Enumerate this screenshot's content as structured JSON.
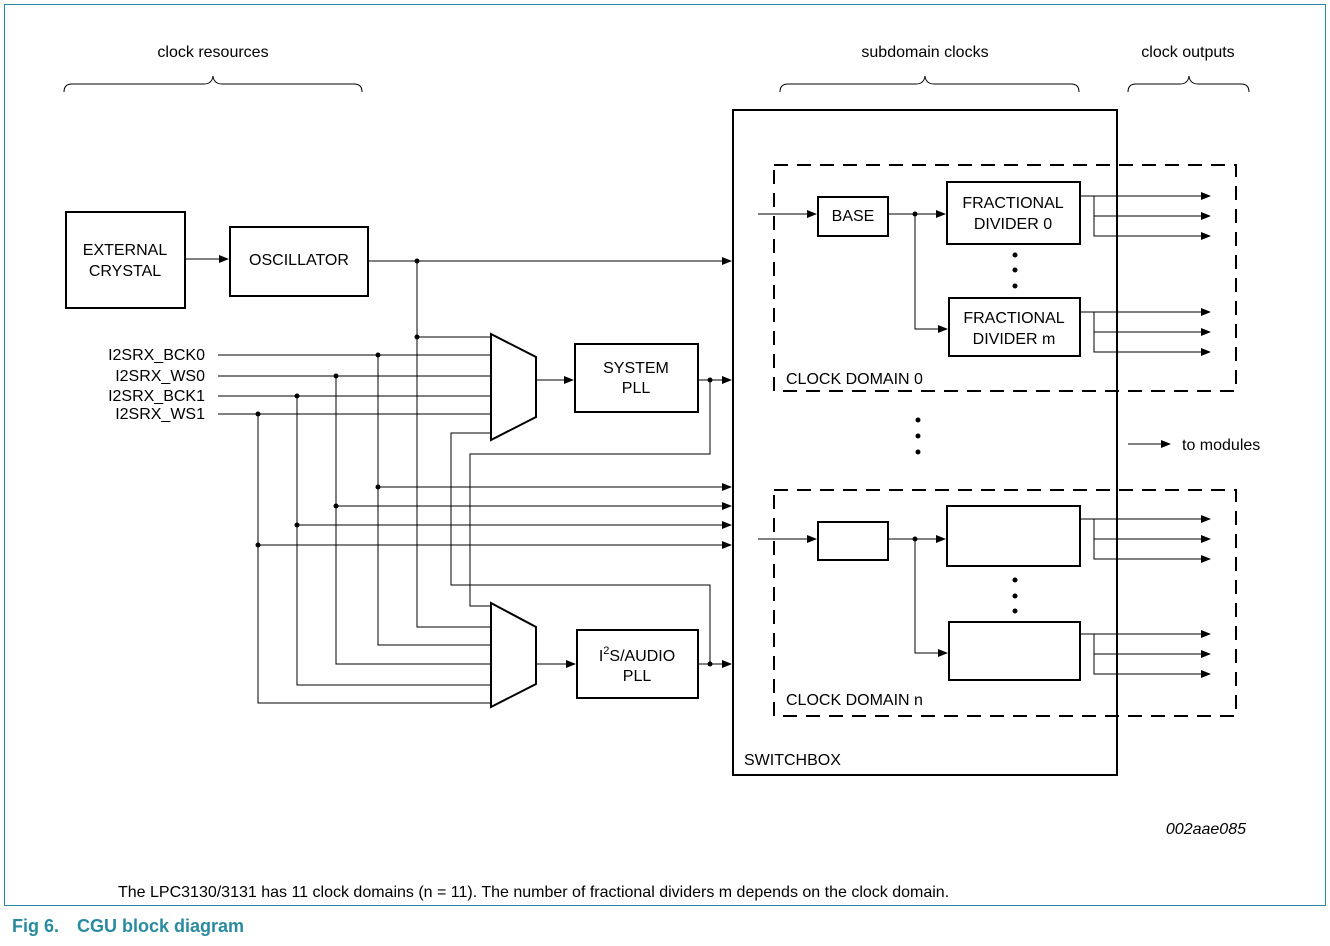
{
  "headers": {
    "clock_resources": "clock resources",
    "subdomain_clocks": "subdomain clocks",
    "clock_outputs": "clock outputs"
  },
  "blocks": {
    "external_crystal": [
      "EXTERNAL",
      "CRYSTAL"
    ],
    "oscillator": "OSCILLATOR",
    "system_pll": [
      "SYSTEM",
      "PLL"
    ],
    "audio_pll": {
      "prefix": "I",
      "sup": "2",
      "rest": "S/AUDIO",
      "line2": "PLL"
    },
    "base": "BASE",
    "frac_div_0": [
      "FRACTIONAL",
      "DIVIDER 0"
    ],
    "frac_div_m": [
      "FRACTIONAL",
      "DIVIDER m"
    ],
    "clock_domain_0": "CLOCK DOMAIN 0",
    "clock_domain_n": "CLOCK DOMAIN n",
    "switchbox": "SWITCHBOX"
  },
  "inputs": [
    "I2SRX_BCK0",
    "I2SRX_WS0",
    "I2SRX_BCK1",
    "I2SRX_WS1"
  ],
  "legend": {
    "to_modules": "to modules"
  },
  "figure": {
    "id": "002aae085",
    "caption": "The LPC3130/3131 has 11 clock domains (n = 11). The number of fractional dividers m depends on the clock domain.",
    "number": "Fig 6.",
    "title": "CGU block diagram"
  },
  "colors": {
    "frame": "#2a8ba0",
    "title": "#2a8ba0",
    "line": "#000000"
  }
}
